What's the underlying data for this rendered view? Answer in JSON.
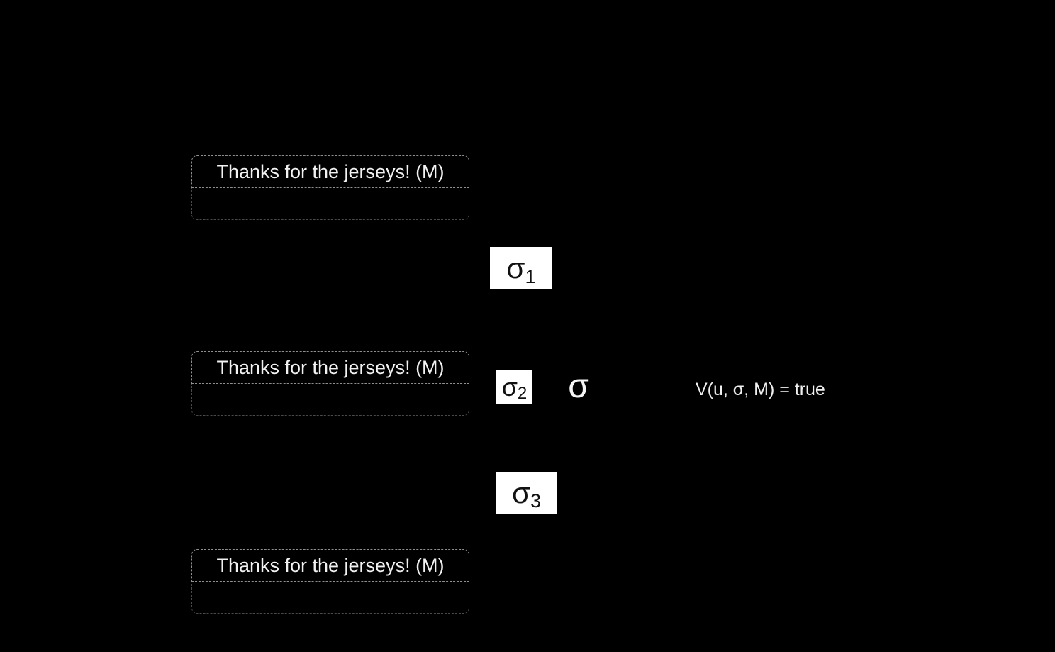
{
  "slide": {
    "background": "#000000",
    "messages": [
      {
        "title": "Thanks for the jerseys! (M)"
      },
      {
        "title": "Thanks for the jerseys! (M)"
      },
      {
        "title": "Thanks for the jerseys! (M)"
      }
    ],
    "signatures": [
      {
        "base": "σ",
        "sub": "1"
      },
      {
        "base": "σ",
        "sub": "2"
      },
      {
        "base": "σ",
        "sub": "3"
      }
    ],
    "aggregate_signature": "σ",
    "verification_equation": "V(u, σ, M) = true",
    "colors": {
      "background": "#000000",
      "message_text": "#f2f2f2",
      "message_title_border": "#8f8f8f",
      "message_body_border": "#4a4a4a",
      "signature_box_background": "#ffffff",
      "signature_text": "#111111",
      "label_text": "#f0f0f0"
    }
  }
}
